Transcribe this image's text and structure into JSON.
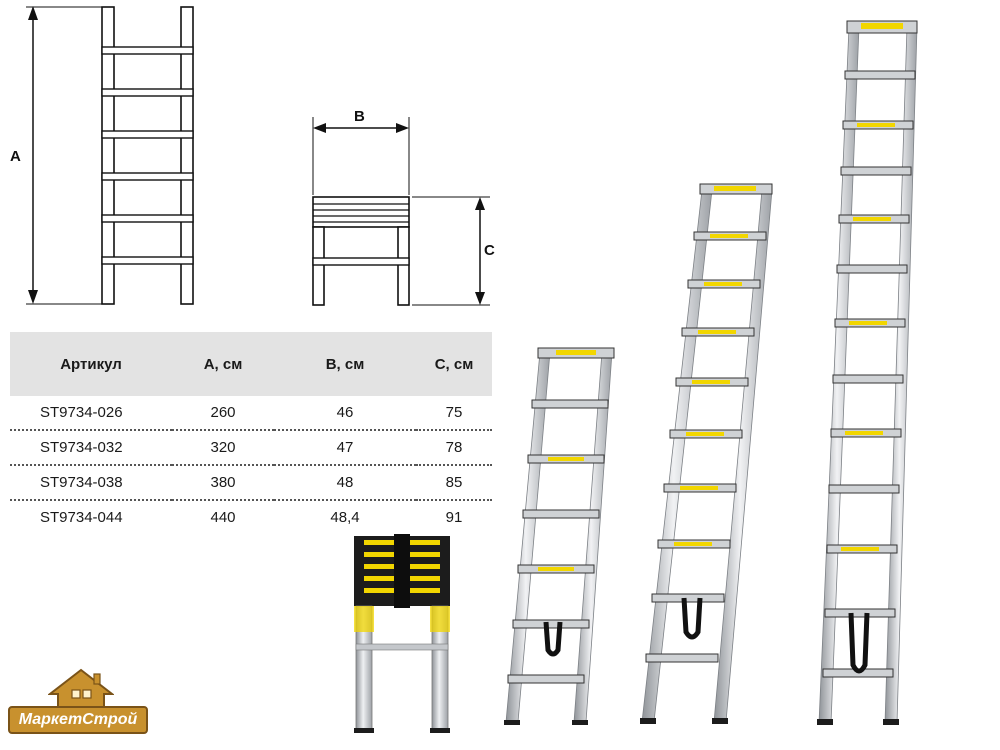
{
  "diagram": {
    "label_a": "A",
    "label_b": "B",
    "label_c": "C"
  },
  "table": {
    "headers": [
      "Артикул",
      "A, см",
      "B, см",
      "C, см"
    ],
    "rows": [
      [
        "ST9734-026",
        "260",
        "46",
        "75"
      ],
      [
        "ST9734-032",
        "320",
        "47",
        "78"
      ],
      [
        "ST9734-038",
        "380",
        "48",
        "85"
      ],
      [
        "ST9734-044",
        "440",
        "48,4",
        "91"
      ]
    ]
  },
  "logo": {
    "text": "МаркетСтрой"
  },
  "colors": {
    "rung_yellow": "#f2d600",
    "aluminium": "#c9ccd0",
    "logo_bg": "#c8912e",
    "table_header_bg": "#e3e3e3"
  }
}
